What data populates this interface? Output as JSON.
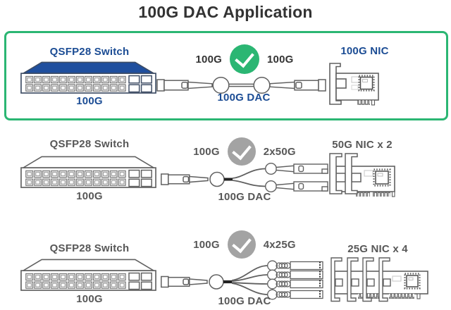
{
  "title": "100G DAC Application",
  "icons": {
    "status": "checkmark",
    "checkmark_glyph": "✓"
  },
  "colors": {
    "accent_green": "#2bb673",
    "navy": "#1b4c94",
    "dark_text": "#333333",
    "gray_text": "#575757",
    "gray_badge": "#a3a3a3",
    "switch_top_blue": "#1f4f9e",
    "line_dark": "#3d4c64",
    "line_gray": "#606060"
  },
  "rows": [
    {
      "switch_label": "QSFP28 Switch",
      "switch_speed": "100G",
      "source_speed": "100G",
      "target_speed": "100G",
      "cable_label": "100G DAC",
      "nic_label": "100G NIC"
    },
    {
      "switch_label": "QSFP28 Switch",
      "switch_speed": "100G",
      "source_speed": "100G",
      "target_speed": "2x50G",
      "cable_label": "100G DAC",
      "nic_label": "50G NIC x 2"
    },
    {
      "switch_label": "QSFP28 Switch",
      "switch_speed": "100G",
      "source_speed": "100G",
      "target_speed": "4x25G",
      "cable_label": "100G DAC",
      "nic_label": "25G NIC x 4"
    }
  ]
}
